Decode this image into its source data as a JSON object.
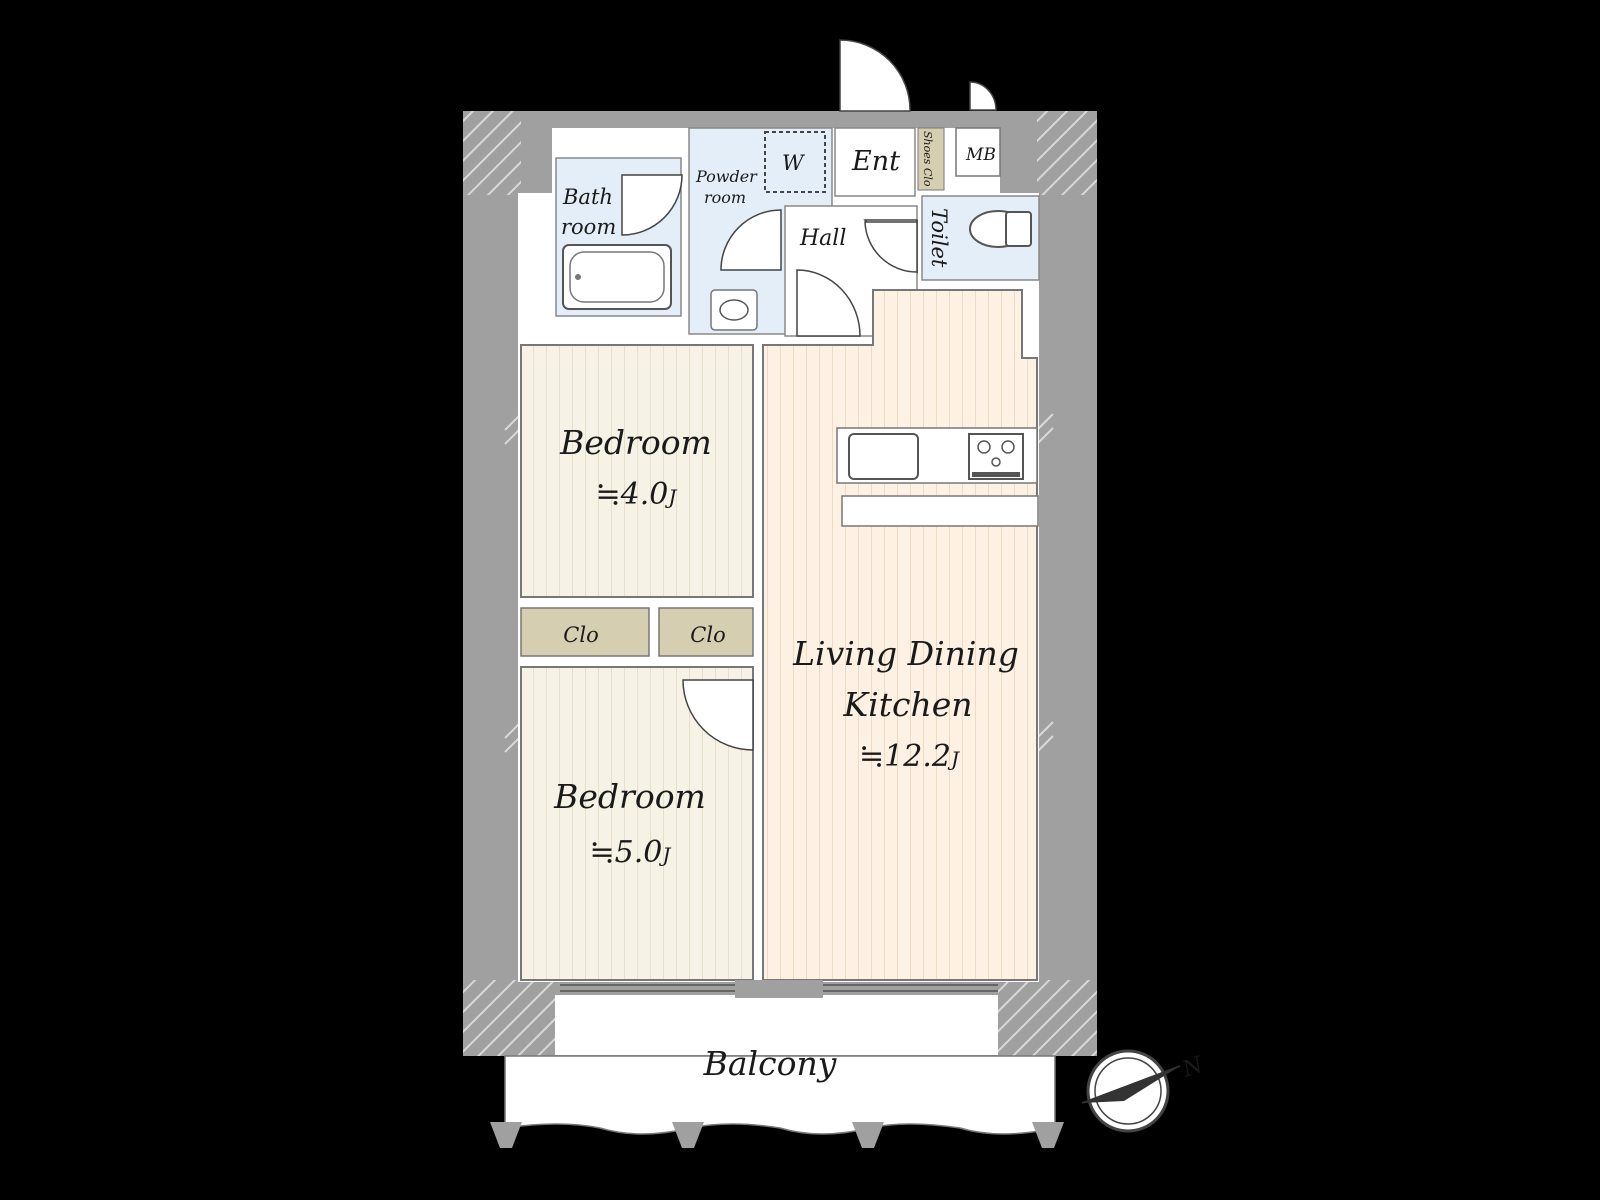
{
  "rooms": {
    "bathroom": {
      "line1": "Bath",
      "line2": "room"
    },
    "powder_room": {
      "line1": "Powder",
      "line2": "room"
    },
    "washer": "W",
    "entrance": "Ent",
    "shoes_closet": "Shoes Clo",
    "meter_box": "MB",
    "hall": "Hall",
    "toilet": "Toilet",
    "bedroom_1": {
      "name": "Bedroom",
      "size": "≒4.0",
      "unit": "J"
    },
    "closet_1": "Clo",
    "closet_2": "Clo",
    "bedroom_2": {
      "name": "Bedroom",
      "size": "≒5.0",
      "unit": "J"
    },
    "ldk": {
      "line1": "Living Dining",
      "line2": "Kitchen",
      "size": "≒12.2",
      "unit": "J"
    },
    "balcony": "Balcony"
  },
  "compass": {
    "label": "N"
  },
  "colors": {
    "background": "#000000",
    "wall": "#a0a0a0",
    "floor_white": "#ffffff",
    "wet_area": "#e3eef8",
    "bedroom_floor": "#f7f2e6",
    "ldk_floor": "#fdf1e3",
    "closet": "#d6ceb1"
  }
}
